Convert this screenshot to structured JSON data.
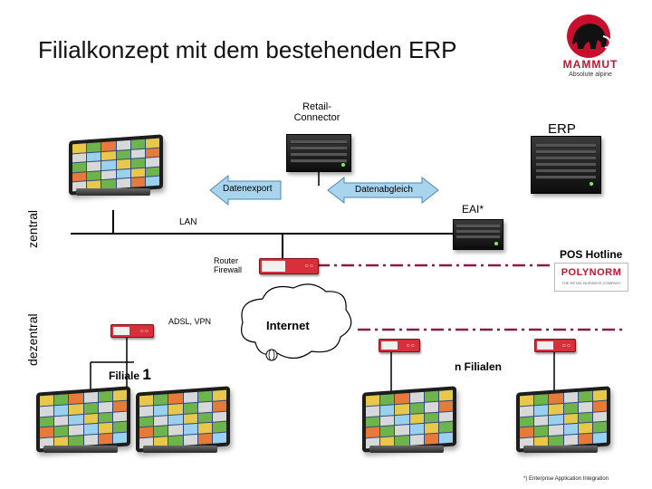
{
  "title": "Filialkonzept mit dem bestehenden ERP",
  "logo": {
    "name": "MAMMUT",
    "tagline": "Absolute alpine"
  },
  "labels": {
    "retail_connector": "Retail-\nConnector",
    "erp": "ERP",
    "datenexport": "Datenexport",
    "datenabgleich": "Datenabgleich",
    "eai": "EAI*",
    "lan": "LAN",
    "zentral": "zentral",
    "dezentral": "dezentral",
    "router_firewall": "Router\nFirewall",
    "pos_hotline": "POS Hotline",
    "polynorm": "POLYNORM",
    "polynorm_sub": "THE RETAIL BUSINESS COMPANY",
    "adsl_vpn": "ADSL, VPN",
    "internet": "Internet",
    "filiale": "Filiale",
    "filiale_num": "1",
    "n_filialen": "n Filialen",
    "footnote": "*) Enterprise Application Integration"
  },
  "colors": {
    "accent_red": "#c8102e",
    "arrow_fill": "#a9d4ee",
    "line_dashdot": "#8a1a4e"
  },
  "icons": [
    "mammoth-logo-icon",
    "server-icon",
    "router-icon",
    "pos-terminal-icon",
    "cloud-icon"
  ]
}
